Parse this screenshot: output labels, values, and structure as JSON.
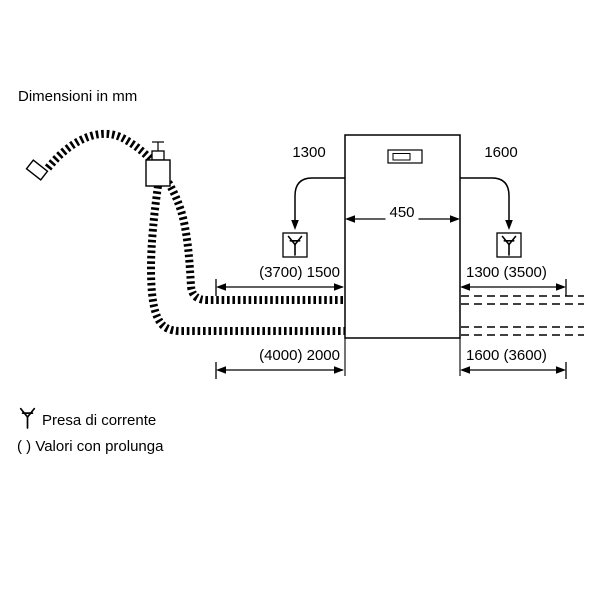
{
  "title": "Dimensioni in mm",
  "colors": {
    "line": "#000000",
    "text": "#000000",
    "background": "#ffffff"
  },
  "appliance": {
    "width_label": "450"
  },
  "dimensions": {
    "top_left_plug": "1300",
    "top_right_plug": "1600",
    "mid_left_hose": "(3700) 1500",
    "mid_right_hose": "1300 (3500)",
    "bottom_left_cord": "(4000) 2000",
    "bottom_right_cord": "1600 (3600)"
  },
  "legend": {
    "plug_label": "Presa di corrente",
    "brackets_label": "( ) Valori con prolunga"
  },
  "icons": {
    "plug": "power-plug-icon",
    "hose": "corrugated-hose",
    "tap": "water-tap-box"
  }
}
